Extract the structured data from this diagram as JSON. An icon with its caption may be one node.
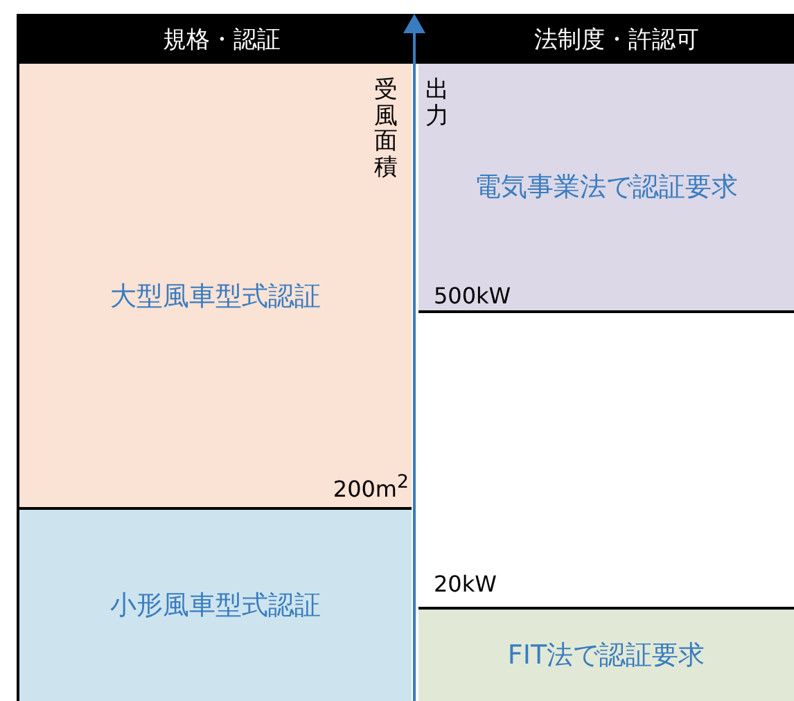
{
  "diagram": {
    "nodes": [
      {
        "text": [
          "規格・認証"
        ]
      },
      {
        "text": [
          "法制度・許認可"
        ]
      },
      {
        "text": [
          "大型風車型式認証"
        ]
      },
      {
        "text": [
          "電気事業法で認証要求"
        ]
      },
      {
        "text": [
          "小形風車型式認証"
        ]
      },
      {
        "text": [
          "FIT法で認証要求"
        ]
      }
    ],
    "labels": [
      "受風面積",
      "出力",
      "500kW",
      "200m$^{2}$",
      "20kW"
    ]
  }
}
